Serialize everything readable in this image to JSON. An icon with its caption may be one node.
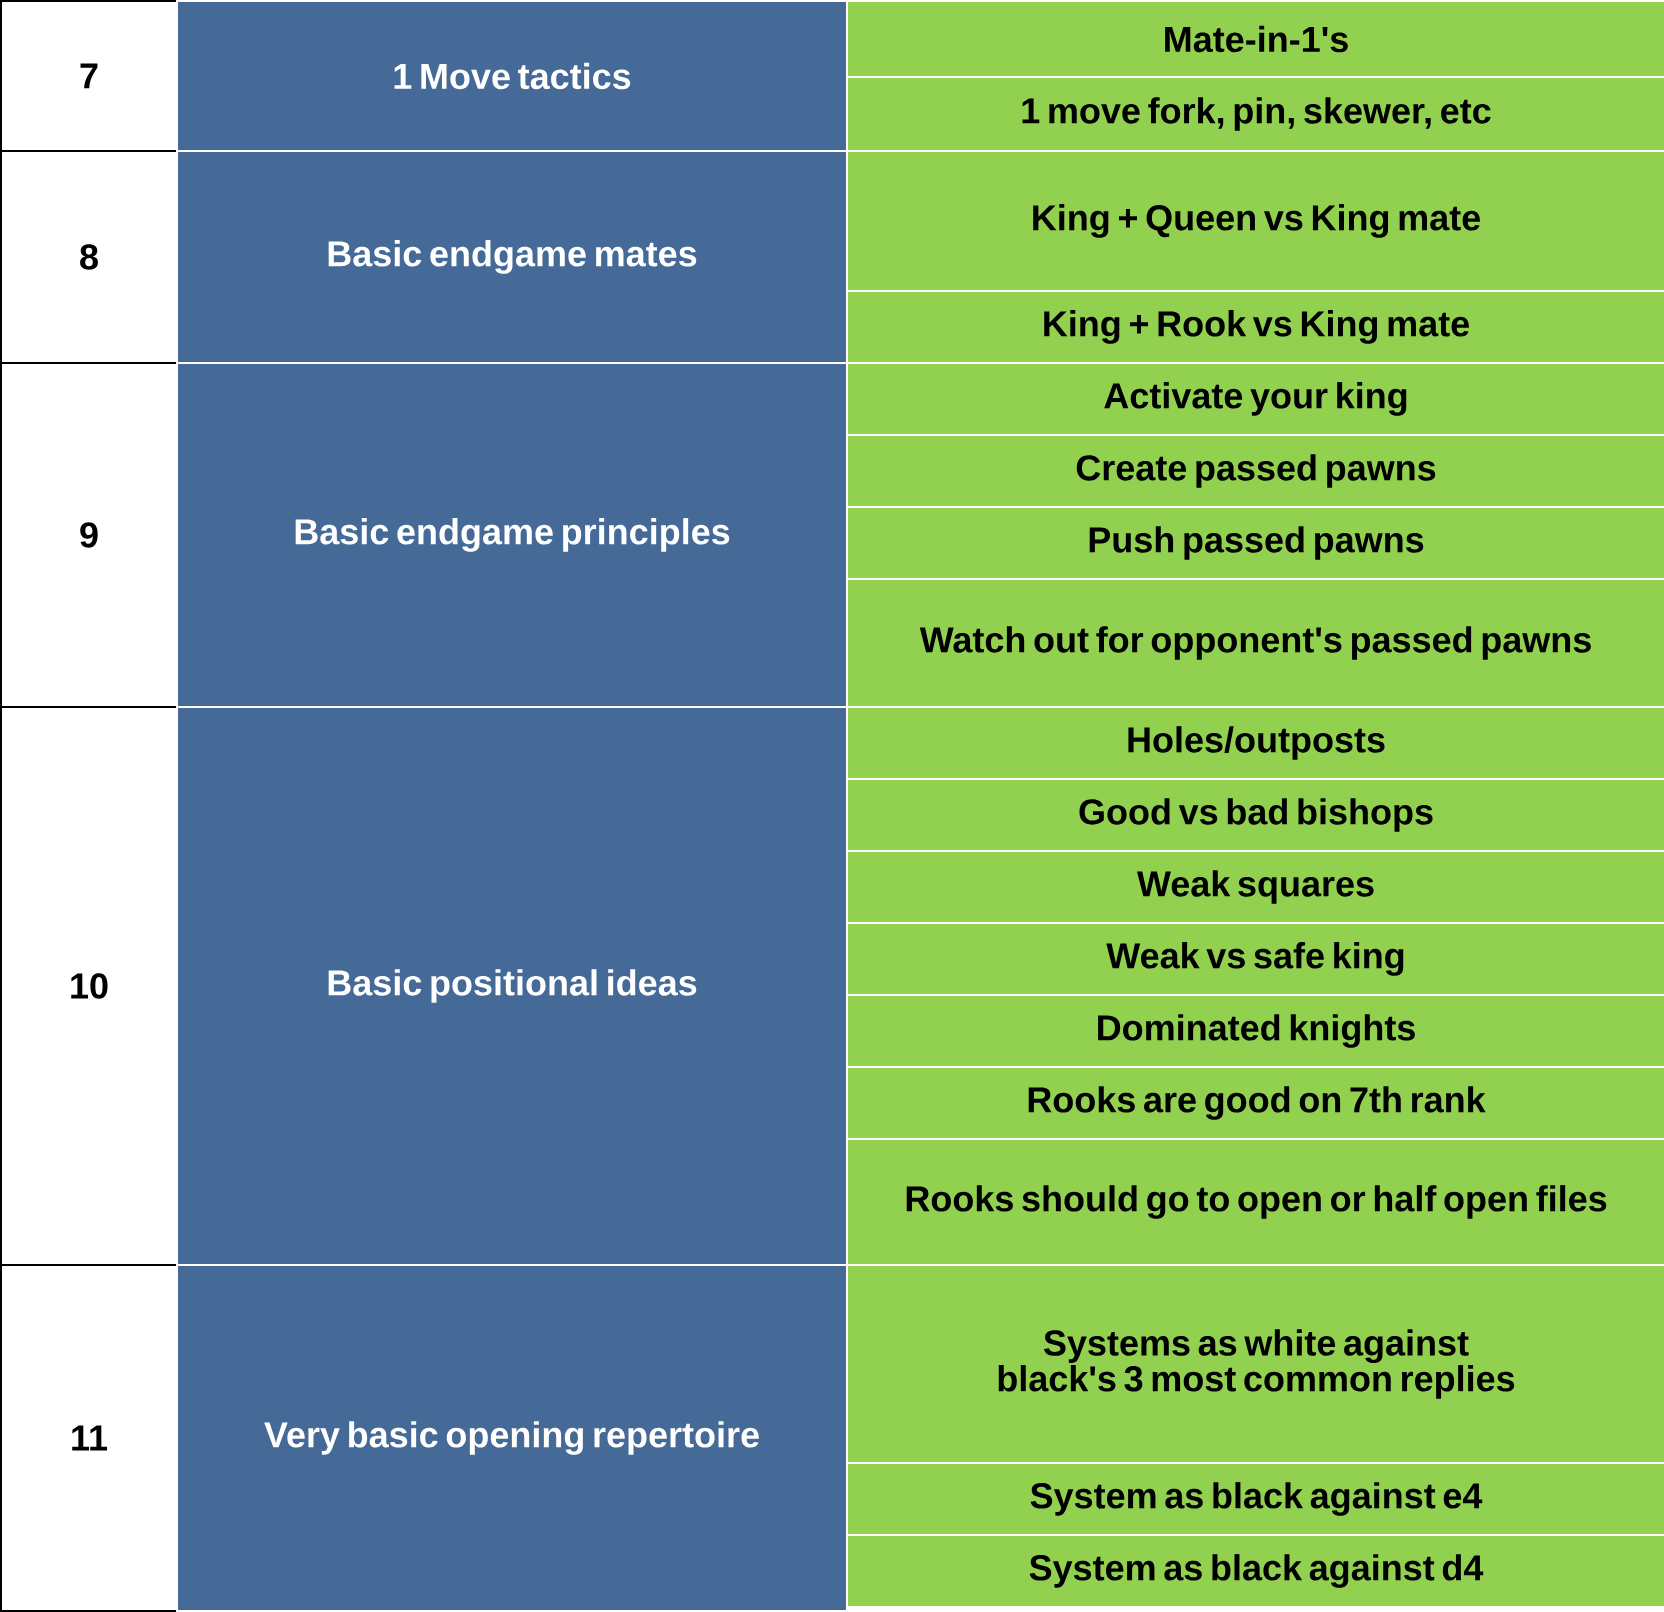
{
  "diagram": {
    "labels": [
      "7",
      "1 Move tactics",
      "Mate-in-1's",
      "1 move fork, pin, skewer, etc",
      "8",
      "Basic endgame mates",
      "King + Queen vs King mate",
      "King + Rook vs King mate",
      "9",
      "Basic endgame principles",
      "Activate your king",
      "Create passed pawns",
      "Push passed pawns",
      "Watch out for opponent's passed pawns",
      "10",
      "Basic positional ideas",
      "Holes/outposts",
      "Good vs bad bishops",
      "Weak squares",
      "Weak vs safe king",
      "Dominated knights",
      "Rooks are good on 7th rank",
      "Rooks should go to open or half open files",
      "11",
      "Very basic opening repertoire",
      "Systems as white against black's 3 most common replies",
      "System as black against e4",
      "System as black against d4"
    ]
  }
}
